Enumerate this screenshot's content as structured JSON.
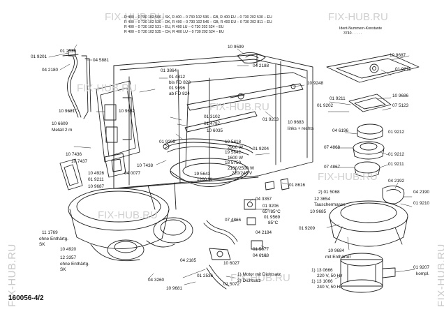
{
  "header_variants": [
    "R 400 – 0 730 102 506 – SK,  R 400        – 0 730 102 536 – GB,  R 400 EU – 0 730 202 530 – EU",
    "R 400 – 0 730 102 530 – DK,  R 400        – 0 730 102 546 – GB,  R 400 EU – 0 730 202 811 – EU",
    "R 400 – 0 730 102 531 – EU,  R 400 LU   – 0 730 202 524 – EU",
    "R 400 – 0 730 102 535 – CH,  R 400 LU   – 0 730 202 524 – EU"
  ],
  "ident_title": "Ident-Nummern-Konstante",
  "ident_value": "3740  . . . . .",
  "drawing_number": "160056-4/2",
  "watermark": "FIX-HUB.RU",
  "parts": {
    "p01_9201": "01 9201",
    "p01_2536_top": "01 2536",
    "p04_2180": "04 2180",
    "p04_5881": "04 5881",
    "p10_9681_a": "10 9681",
    "p10_6609": "10 6609",
    "p_metall": "Metall 2 m",
    "p10_9682": "10 9682",
    "p10_7436": "10 7436",
    "p10_7437": "10 7437",
    "p10_7438": "10 7438",
    "p04_0077": "04 0077",
    "p10_4926": "10 4926",
    "p01_9211_left": "01 9211",
    "p10_9687_left": "10 9687",
    "p11_1769": "11 1769",
    "p_ohne1": "ohne Enthärtg.",
    "p_sk1": "SK",
    "p10_4920": "10 4920",
    "p12_3357": "12 3357",
    "p_ohne2": "ohne Enthärtg.",
    "p_sk2": "SK",
    "p04_3260": "04 3260",
    "p04_2185": "04 2185",
    "p10_9681_b": "10 9681",
    "p01_2536_bot": "01 2536",
    "p01_5072": "01 5072",
    "p_motor_note": "1) Motor mit Dichtsatz",
    "p_dicht_note": "2) Dichtsatz",
    "p10_9599": "10 9599",
    "p04_2188": "04 2188",
    "p01_3864": "01 3864",
    "p01_4812": "01 4812",
    "p_bis": "bis FD 823",
    "p01_9696": "01 9696",
    "p_ab": "ab FD 824",
    "p10_9248": "10 9248",
    "p01_3102": "01 3102",
    "p01_4797": "01 4797",
    "p10_6035": "10 6035",
    "p01_9205": "01 9205",
    "p19_5418": "19 5418",
    "p_2900": "2900 W",
    "p19_5642": "19 5642",
    "p_1600": "1600 W",
    "p18_5750": "18 5750",
    "p_2100": "2100/2500 W",
    "p_220": "220/240 V",
    "p19_5643": "19 5643",
    "p_1200": "1200 W",
    "p01_9204": "01 9204",
    "p01_9203": "01 9203",
    "p01_8616": "01 8616",
    "p04_3357": "04 3357",
    "p01_9206": "01 9206",
    "p_65": "65°/85°C",
    "p01_9569": "01 9569",
    "p_85": "85°C",
    "p04_2184": "04 2184",
    "p07_4866": "07 4866",
    "p01_5077": "01 5077",
    "p04_6198": "04 6198",
    "p10_6027": "10 6027",
    "p10_9683": "10 9683",
    "p_links": "links + rechts",
    "p01_9202": "01 9202",
    "p01_9211_mid": "01 9211",
    "p10_9687_top": "10 9687",
    "p01_9211_top": "01 9211",
    "p10_9686": "10 9686",
    "p07_5123": "07 5123",
    "p04_6196": "04 6196",
    "p01_9212_a": "01 9212",
    "p07_4868": "07 4868",
    "p01_9212_b": "01 9212",
    "p07_4867": "07 4867",
    "p01_9211_right": "01 9211",
    "p04_2192": "04 2192",
    "p04_2190": "04 2190",
    "p01_5068": "2) 01 5068",
    "p12_3654": "12 3654",
    "p_tausch": "Tauschermasse",
    "p01_9210": "01 9210",
    "p10_9685": "10 9685",
    "p01_9209": "01 9209",
    "p10_9684": "10 9684",
    "p_mit": "mit Enthärter",
    "p01_9207": "01 9207",
    "p_kompl": "kompl.",
    "p13_0666": "1) 13 0666",
    "p_220v": "220 V, 50 Hz",
    "p13_1066": "1) 13 1066",
    "p_240v": "240 V, 50 Hz"
  }
}
